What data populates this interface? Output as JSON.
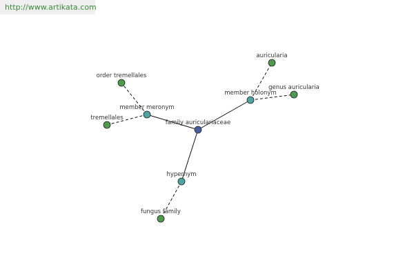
{
  "banner": {
    "url": "http://www.artikata.com"
  },
  "colors": {
    "center": "#4a5fa0",
    "relation": "#4fa3a3",
    "leaf": "#4f9a4f"
  },
  "graph": {
    "center": {
      "id": "family-auriculariaceae",
      "label": "family auriculariaceae"
    },
    "relations": [
      {
        "id": "member-meronym",
        "label": "member meronym"
      },
      {
        "id": "member-holonym",
        "label": "member holonym"
      },
      {
        "id": "hypernym",
        "label": "hypernym"
      }
    ],
    "leaves": [
      {
        "id": "order-tremellales",
        "label": "order tremellales",
        "relation": "member-meronym"
      },
      {
        "id": "tremellales",
        "label": "tremellales",
        "relation": "member-meronym"
      },
      {
        "id": "auricularia",
        "label": "auricularia",
        "relation": "member-holonym"
      },
      {
        "id": "genus-auricularia",
        "label": "genus auricularia",
        "relation": "member-holonym"
      },
      {
        "id": "fungus-family",
        "label": "fungus family",
        "relation": "hypernym"
      }
    ]
  }
}
